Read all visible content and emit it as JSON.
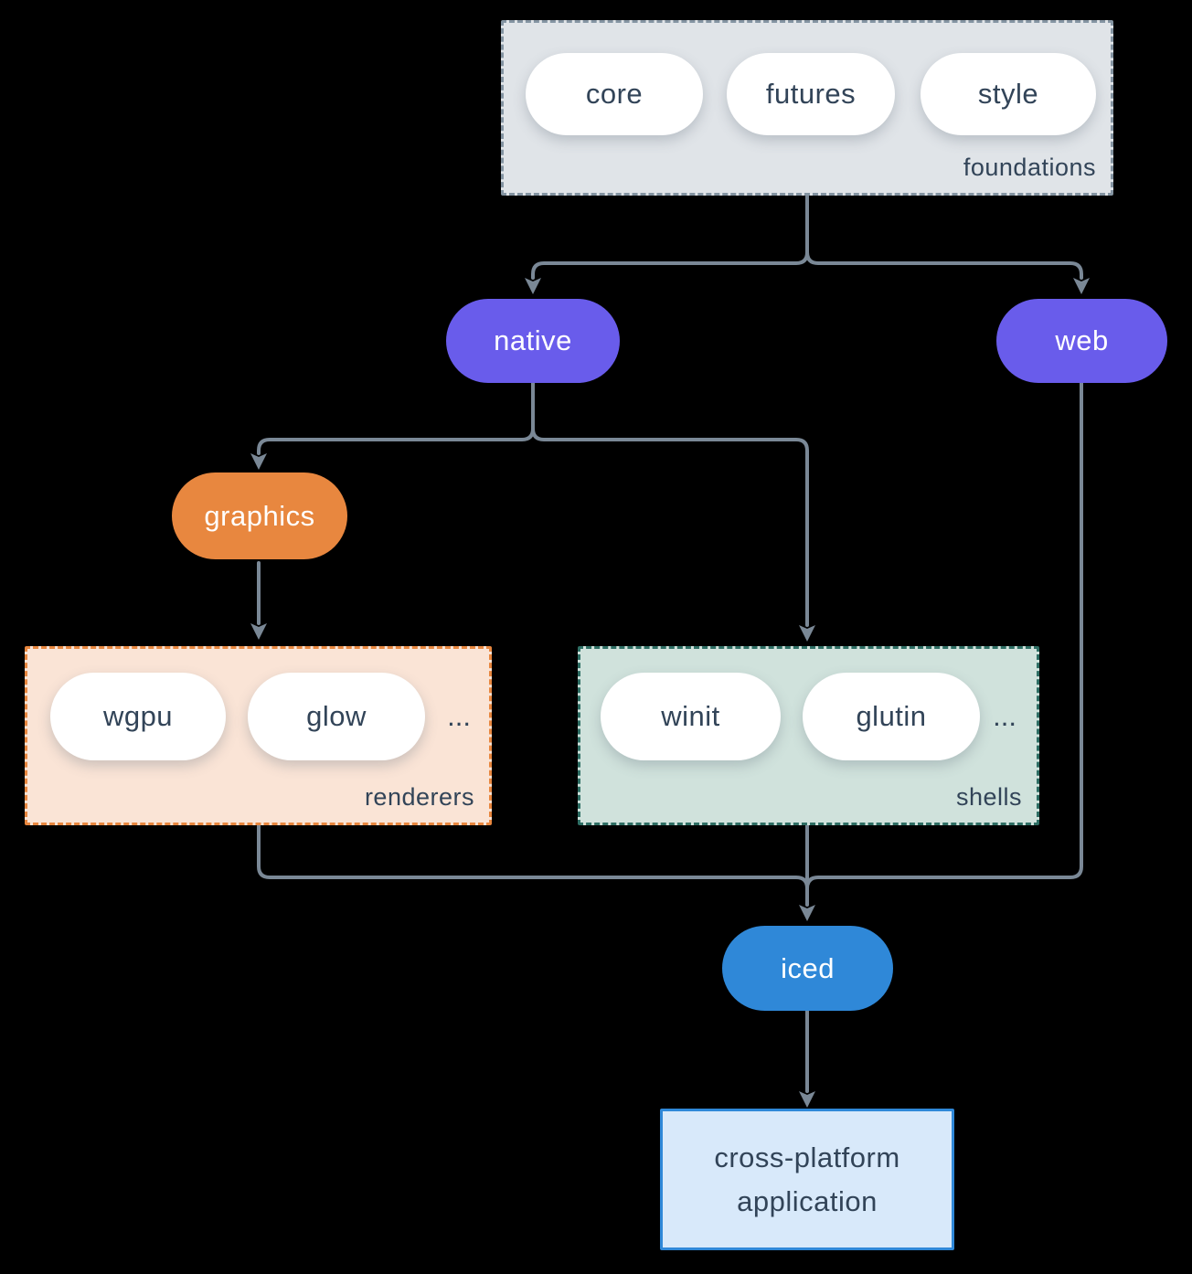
{
  "palette": {
    "background": "#000000",
    "connector": "#7a8896",
    "text_dark": "#324458",
    "pill_white": "#ffffff",
    "purple": "#695ceb",
    "orange": "#e8873f",
    "peach": "#fae4d6",
    "teal": "#2e6e64",
    "mint": "#d0e2dc",
    "blue": "#2f88d8",
    "light_blue": "#d8e9fa",
    "gray_fill": "#e0e4e8",
    "gray_dash": "#8494a2"
  },
  "groups": {
    "foundations": {
      "label": "foundations",
      "items": [
        "core",
        "futures",
        "style"
      ]
    },
    "renderers": {
      "label": "renderers",
      "items": [
        "wgpu",
        "glow"
      ],
      "ellipsis": "..."
    },
    "shells": {
      "label": "shells",
      "items": [
        "winit",
        "glutin"
      ],
      "ellipsis": "..."
    }
  },
  "nodes": {
    "native": {
      "label": "native"
    },
    "web": {
      "label": "web"
    },
    "graphics": {
      "label": "graphics"
    },
    "iced": {
      "label": "iced"
    },
    "application": {
      "line1": "cross-platform",
      "line2": "application"
    }
  }
}
